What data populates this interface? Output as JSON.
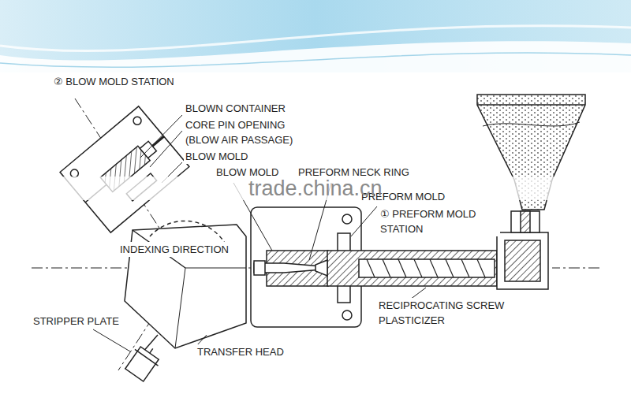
{
  "diagram": {
    "labels": [
      "② BLOW MOLD STATION",
      "BLOWN CONTAINER",
      "CORE PIN OPENING (BLOW AIR PASSAGE)",
      "BLOW MOLD",
      "BLOW MOLD",
      "PREFORM NECK RING",
      "PREFORM MOLD",
      "① PREFORM MOLD STATION",
      "INDEXING DIRECTION",
      "RECIPROCATING SCREW PLASTICIZER",
      "STRIPPER PLATE",
      "TRANSFER HEAD",
      "trade.china.cn"
    ]
  }
}
